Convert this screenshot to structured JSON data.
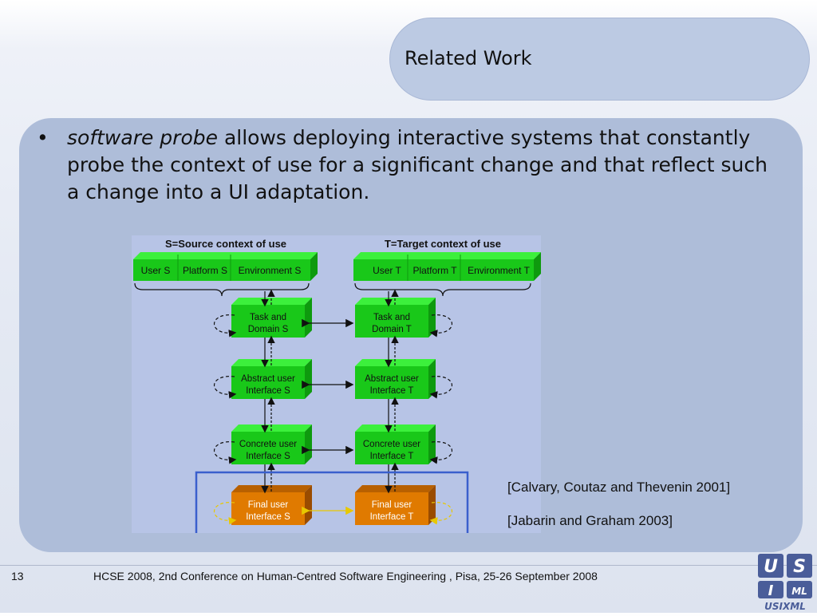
{
  "slide": {
    "title": "Related Work",
    "bullet": {
      "emphasis": "software probe",
      "text": " allows deploying interactive systems that constantly probe the context of use for a significant change and that reflect such a change into a UI adaptation."
    },
    "references": [
      "[Calvary, Coutaz and Thevenin 2001]",
      "[Jabarin and Graham 2003]"
    ]
  },
  "diagram": {
    "source_header": "S=Source context of use",
    "target_header": "T=Target context of use",
    "source_context": [
      "User S",
      "Platform S",
      "Environment S"
    ],
    "target_context": [
      "User T",
      "Platform T",
      "Environment T"
    ],
    "source_levels": [
      [
        "Task and",
        "Domain S"
      ],
      [
        "Abstract user",
        "Interface S"
      ],
      [
        "Concrete user",
        "Interface S"
      ],
      [
        "Final user",
        "Interface S"
      ]
    ],
    "target_levels": [
      [
        "Task and",
        "Domain T"
      ],
      [
        "Abstract user",
        "Interface T"
      ],
      [
        "Concrete user",
        "Interface T"
      ],
      [
        "Final user",
        "Interface T"
      ]
    ]
  },
  "footer": {
    "page_number": "13",
    "conference": "HCSE 2008, 2nd Conference on  Human-Centred Software Engineering , Pisa, 25-26 September 2008"
  },
  "logo": {
    "letters": [
      "U",
      "S",
      "I",
      "ML"
    ],
    "word": "USIXML"
  },
  "colors": {
    "green_block": "#19c819",
    "green_top": "#3cf03c",
    "green_side": "#0e9a0e",
    "orange_block": "#e07a00",
    "orange_top": "#b86000",
    "orange_side": "#9a4c00",
    "highlight_frame": "#3a5fcd",
    "logo_blue": "#4a5d99"
  }
}
